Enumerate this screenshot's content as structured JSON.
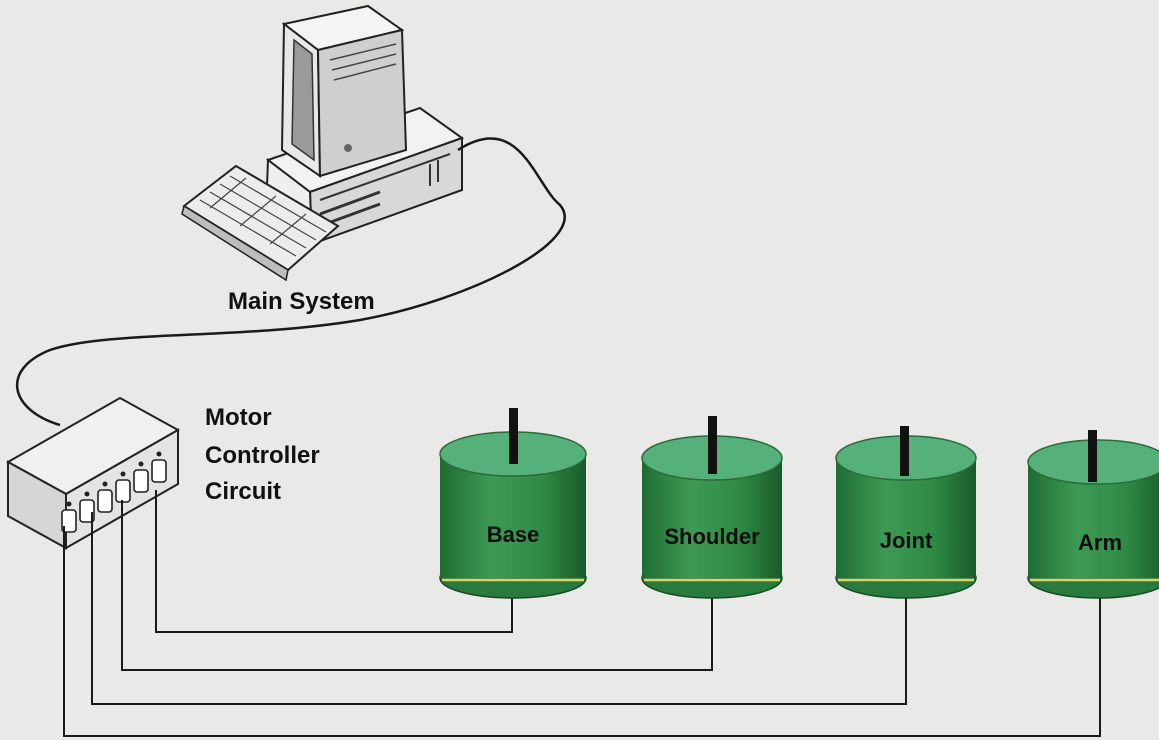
{
  "main_system": {
    "label": "Main System"
  },
  "controller": {
    "line1": "Motor",
    "line2": "Controller",
    "line3": "Circuit"
  },
  "motors": [
    {
      "label": "Base"
    },
    {
      "label": "Shoulder"
    },
    {
      "label": "Joint"
    },
    {
      "label": "Arm"
    }
  ],
  "colors": {
    "motor_top": "#56b07a",
    "motor_body": "#2f8a45",
    "motor_stripe": "#d7d46a",
    "background": "#e9e9e7"
  }
}
